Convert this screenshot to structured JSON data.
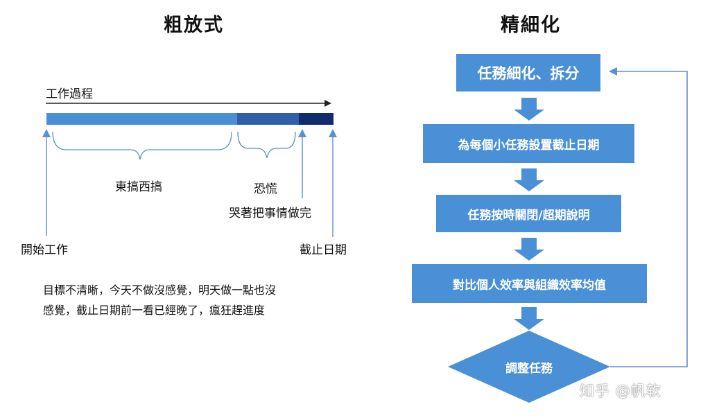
{
  "left": {
    "title": "粗放式",
    "process_label": "工作過程",
    "phase_mess": "東搞西搞",
    "phase_panic": "恐慌",
    "phase_rush": "哭著把事情做完",
    "start_label": "開始工作",
    "deadline_label": "截止日期",
    "description_line1": "目標不清晰，今天不做沒感覺，明天做一點也沒",
    "description_line2": "感覺，截止日期前一看已經晚了，瘋狂趕進度"
  },
  "right": {
    "title": "精細化",
    "steps": [
      "任務細化、拆分",
      "為每個小任務設置截止日期",
      "任務按時關閉/超期說明",
      "對比個人效率與組織效率均值"
    ],
    "decision": "調整任務"
  },
  "colors": {
    "box": "#4a90d6",
    "arrow": "#4a90d6",
    "bar_light": "#4a8fd6",
    "bar_mid": "#2f5fa8",
    "bar_dark": "#0e2c6e",
    "loop_line": "#4a90d6"
  },
  "watermark": "知乎 @帆软"
}
